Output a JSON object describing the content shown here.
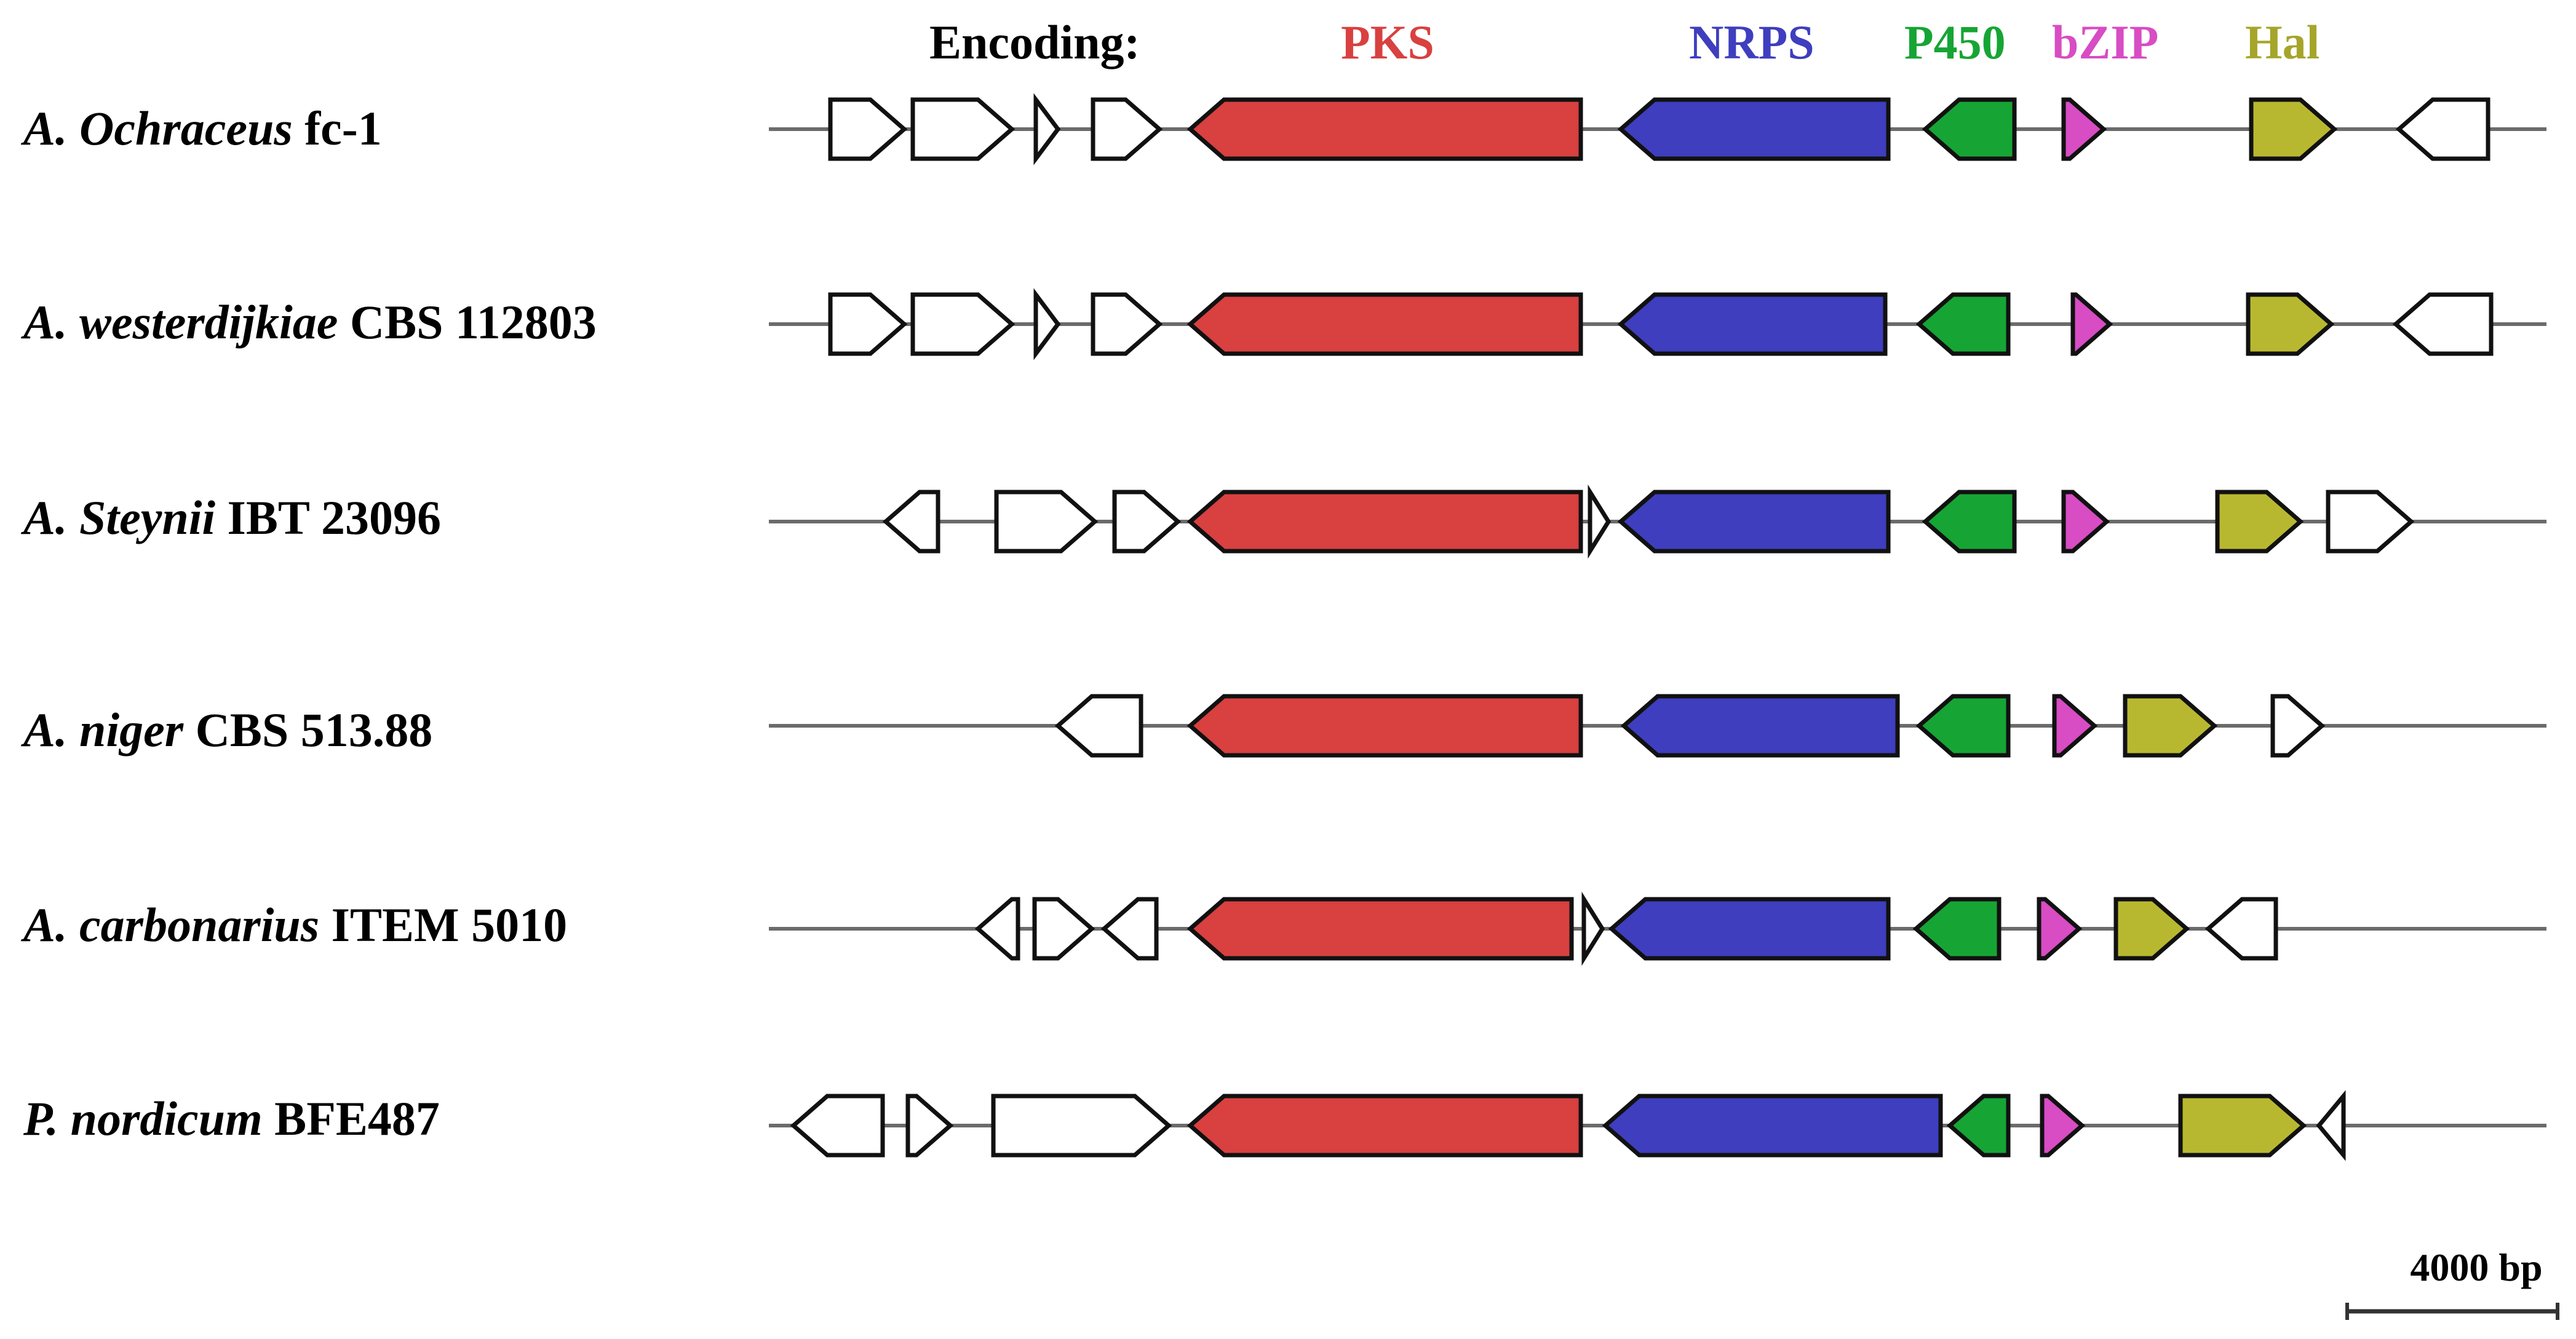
{
  "legend": {
    "title": "Encoding:",
    "items": [
      {
        "label": "PKS",
        "color": "#d94040"
      },
      {
        "label": "NRPS",
        "color": "#3e3ebf"
      },
      {
        "label": "P450",
        "color": "#16a534"
      },
      {
        "label": "bZIP",
        "color": "#d84cc4"
      },
      {
        "label": "Hal",
        "color": "#a5a52a"
      }
    ]
  },
  "gene_colors": {
    "PKS": "#d94040",
    "NRPS": "#3e3ebf",
    "P450": "#16a534",
    "bZIP": "#d84cc4",
    "Hal": "#b8b830",
    "other": "#ffffff"
  },
  "scale_bar": {
    "label": "4000 bp"
  },
  "species": [
    {
      "genus": "A.",
      "epithet": "Ochraceus",
      "strain": "fc-1",
      "genes": [
        {
          "type": "other",
          "dir": "+"
        },
        {
          "type": "other",
          "dir": "+"
        },
        {
          "type": "other",
          "dir": "+"
        },
        {
          "type": "other",
          "dir": "+"
        },
        {
          "type": "PKS",
          "dir": "-"
        },
        {
          "type": "NRPS",
          "dir": "-"
        },
        {
          "type": "P450",
          "dir": "-"
        },
        {
          "type": "bZIP",
          "dir": "+"
        },
        {
          "type": "Hal",
          "dir": "+"
        },
        {
          "type": "other",
          "dir": "-"
        }
      ]
    },
    {
      "genus": "A.",
      "epithet": "westerdijkiae",
      "strain": "CBS 112803",
      "genes": [
        {
          "type": "other",
          "dir": "+"
        },
        {
          "type": "other",
          "dir": "+"
        },
        {
          "type": "other",
          "dir": "+"
        },
        {
          "type": "other",
          "dir": "+"
        },
        {
          "type": "PKS",
          "dir": "-"
        },
        {
          "type": "NRPS",
          "dir": "-"
        },
        {
          "type": "P450",
          "dir": "-"
        },
        {
          "type": "bZIP",
          "dir": "+"
        },
        {
          "type": "Hal",
          "dir": "+"
        },
        {
          "type": "other",
          "dir": "-"
        }
      ]
    },
    {
      "genus": "A.",
      "epithet": "Steynii",
      "strain": "IBT 23096",
      "genes": [
        {
          "type": "other",
          "dir": "-"
        },
        {
          "type": "other",
          "dir": "+"
        },
        {
          "type": "other",
          "dir": "+"
        },
        {
          "type": "PKS",
          "dir": "-"
        },
        {
          "type": "other",
          "dir": "+"
        },
        {
          "type": "NRPS",
          "dir": "-"
        },
        {
          "type": "P450",
          "dir": "-"
        },
        {
          "type": "bZIP",
          "dir": "+"
        },
        {
          "type": "Hal",
          "dir": "+"
        },
        {
          "type": "other",
          "dir": "+"
        }
      ]
    },
    {
      "genus": "A.",
      "epithet": "niger",
      "strain": "CBS 513.88",
      "genes": [
        {
          "type": "other",
          "dir": "-"
        },
        {
          "type": "PKS",
          "dir": "-"
        },
        {
          "type": "NRPS",
          "dir": "-"
        },
        {
          "type": "P450",
          "dir": "-"
        },
        {
          "type": "bZIP",
          "dir": "+"
        },
        {
          "type": "Hal",
          "dir": "+"
        },
        {
          "type": "other",
          "dir": "+"
        }
      ]
    },
    {
      "genus": "A.",
      "epithet": "carbonarius",
      "strain": "ITEM 5010",
      "genes": [
        {
          "type": "other",
          "dir": "-"
        },
        {
          "type": "other",
          "dir": "+"
        },
        {
          "type": "other",
          "dir": "-"
        },
        {
          "type": "PKS",
          "dir": "-"
        },
        {
          "type": "other",
          "dir": "+"
        },
        {
          "type": "NRPS",
          "dir": "-"
        },
        {
          "type": "P450",
          "dir": "-"
        },
        {
          "type": "bZIP",
          "dir": "+"
        },
        {
          "type": "Hal",
          "dir": "+"
        },
        {
          "type": "other",
          "dir": "-"
        }
      ]
    },
    {
      "genus": "P.",
      "epithet": "nordicum",
      "strain": "BFE487",
      "genes": [
        {
          "type": "other",
          "dir": "-"
        },
        {
          "type": "other",
          "dir": "+"
        },
        {
          "type": "other",
          "dir": "+"
        },
        {
          "type": "PKS",
          "dir": "-"
        },
        {
          "type": "NRPS",
          "dir": "-"
        },
        {
          "type": "P450",
          "dir": "-"
        },
        {
          "type": "bZIP",
          "dir": "+"
        },
        {
          "type": "Hal",
          "dir": "+"
        },
        {
          "type": "other",
          "dir": "-"
        }
      ]
    }
  ]
}
